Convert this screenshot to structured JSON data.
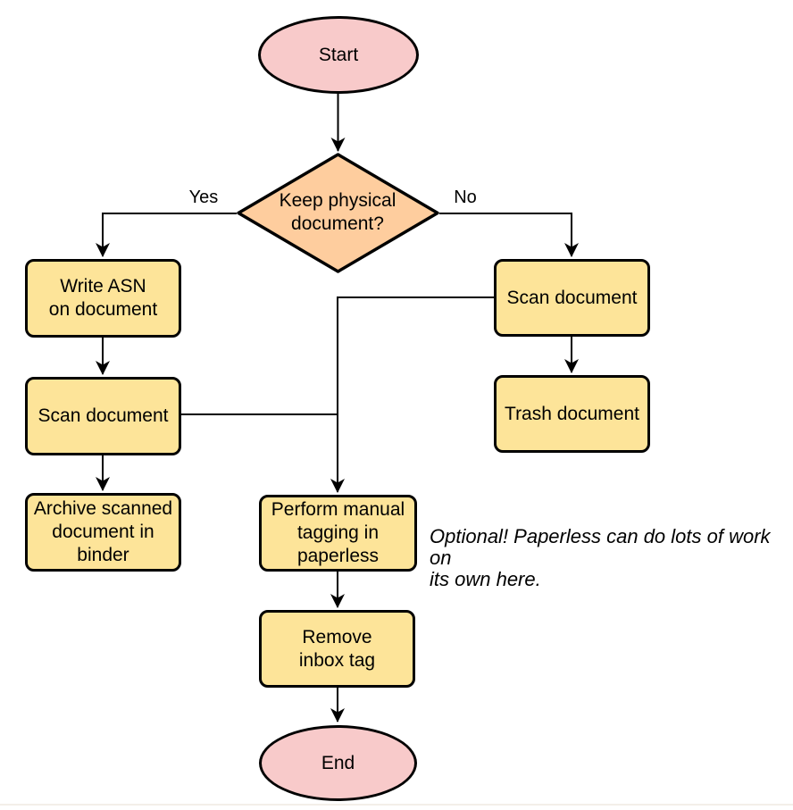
{
  "colors": {
    "background": "#ffffff",
    "process_fill": "#fde499",
    "decision_fill": "#fecd9e",
    "terminal_fill": "#f8caca",
    "stroke": "#000000",
    "edge_color": "#000000",
    "footer_line": "#f3efe9"
  },
  "flowchart": {
    "nodes": {
      "start": {
        "label": "Start",
        "shape": "ellipse"
      },
      "decision": {
        "label": "Keep physical\ndocument?",
        "shape": "diamond"
      },
      "write_asn": {
        "label": "Write ASN\non document",
        "shape": "rect"
      },
      "scan_left": {
        "label": "Scan document",
        "shape": "rect"
      },
      "archive": {
        "label": "Archive scanned\ndocument in\nbinder",
        "shape": "rect"
      },
      "scan_right": {
        "label": "Scan document",
        "shape": "rect"
      },
      "trash": {
        "label": "Trash document",
        "shape": "rect"
      },
      "tagging": {
        "label": "Perform manual\ntagging in\npaperless",
        "shape": "rect"
      },
      "remove_tag": {
        "label": "Remove\ninbox tag",
        "shape": "rect"
      },
      "end": {
        "label": "End",
        "shape": "ellipse"
      }
    },
    "edge_labels": {
      "yes": "Yes",
      "no": "No"
    },
    "note": "Optional! Paperless can do lots of work on\nits own here."
  }
}
